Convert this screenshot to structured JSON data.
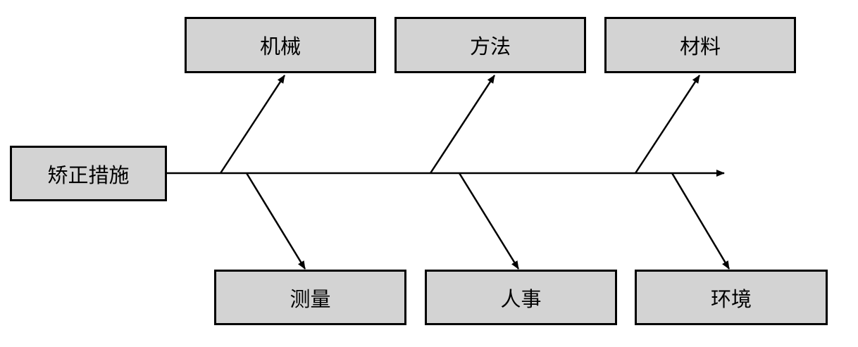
{
  "diagram": {
    "type": "fishbone",
    "head": {
      "label": "矫正措施"
    },
    "top_causes": [
      {
        "label": "机械"
      },
      {
        "label": "方法"
      },
      {
        "label": "材料"
      }
    ],
    "bottom_causes": [
      {
        "label": "测量"
      },
      {
        "label": "人事"
      },
      {
        "label": "环境"
      }
    ],
    "colors": {
      "box_fill": "#d3d3d3",
      "line": "#000000"
    }
  }
}
